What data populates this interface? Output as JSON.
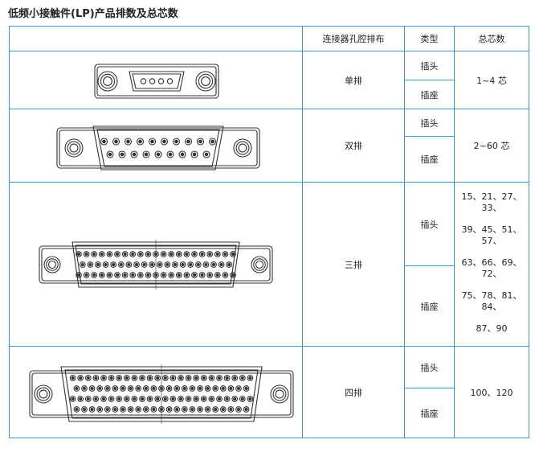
{
  "title": "低频小接触件(LP)产品排数及总芯数",
  "headers": {
    "cavity": "连接器孔腔排布",
    "type": "类型",
    "total": "总芯数"
  },
  "rows": [
    {
      "cavity": "单排",
      "types": [
        "插头",
        "插座"
      ],
      "total": "1~4 芯"
    },
    {
      "cavity": "双排",
      "types": [
        "插头",
        "插座"
      ],
      "total": "2~60 芯"
    },
    {
      "cavity": "三排",
      "types": [
        "插头",
        "插座"
      ],
      "total_lines": [
        "15、21、27、33、",
        "39、45、51、57、",
        "63、66、69、72、",
        "75、78、81、84、",
        "87、90"
      ]
    },
    {
      "cavity": "四排",
      "types": [
        "插头",
        "插座"
      ],
      "total": "100、120"
    }
  ],
  "colors": {
    "border": "#3a95d0",
    "drawing": "#333333"
  }
}
